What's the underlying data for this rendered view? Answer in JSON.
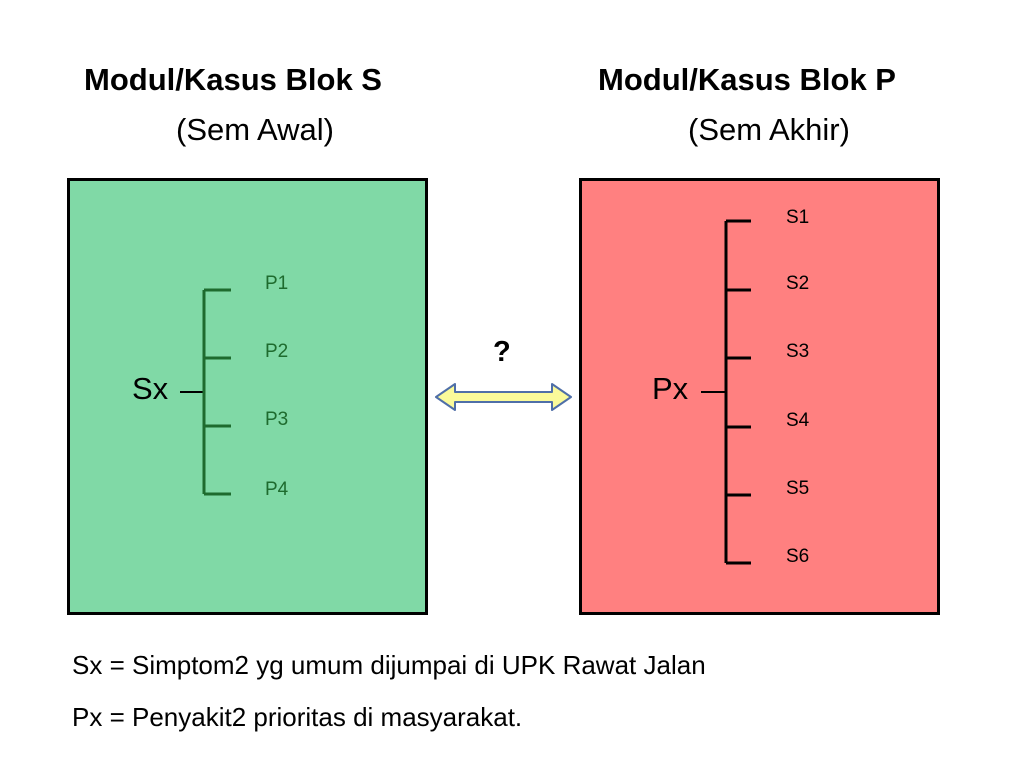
{
  "left_block": {
    "title": "Modul/Kasus Blok S",
    "subtitle": "(Sem Awal)",
    "root_label": "Sx",
    "branches": [
      "P1",
      "P2",
      "P3",
      "P4"
    ],
    "fill_color": "#80d9a6",
    "branch_color": "#1e6b2e"
  },
  "right_block": {
    "title": "Modul/Kasus Blok P",
    "subtitle": "(Sem Akhir)",
    "root_label": "Px",
    "branches": [
      "S1",
      "S2",
      "S3",
      "S4",
      "S5",
      "S6"
    ],
    "fill_color": "#ff8080",
    "branch_color": "#000000"
  },
  "connector": {
    "label": "?",
    "fill_color": "#fafa9a",
    "stroke_color": "#4f6fa8"
  },
  "legend": {
    "sx_line": "Sx = Simptom2 yg umum dijumpai di UPK Rawat Jalan",
    "px_line": "Px = Penyakit2 prioritas di masyarakat."
  }
}
